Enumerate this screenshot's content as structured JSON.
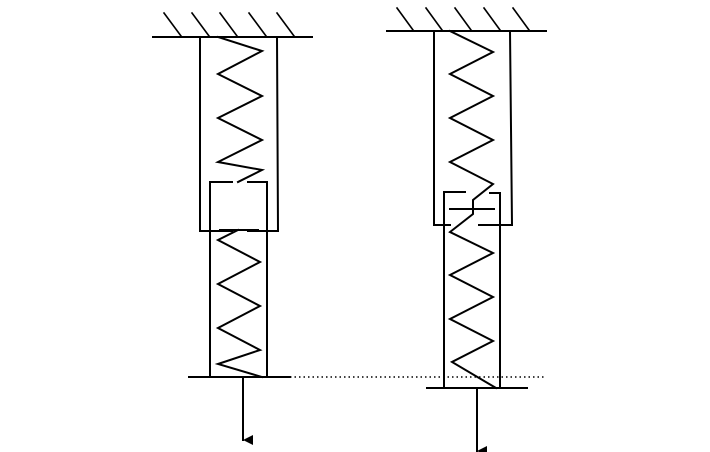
{
  "figure": {
    "stroke_color": "#000000",
    "background_color": "#ffffff",
    "systems": [
      {
        "id": "left",
        "spring_count": 2,
        "force_arrow": "down"
      },
      {
        "id": "right",
        "spring_count": 2,
        "force_arrow": "down"
      }
    ],
    "reference_line": "dotted"
  }
}
